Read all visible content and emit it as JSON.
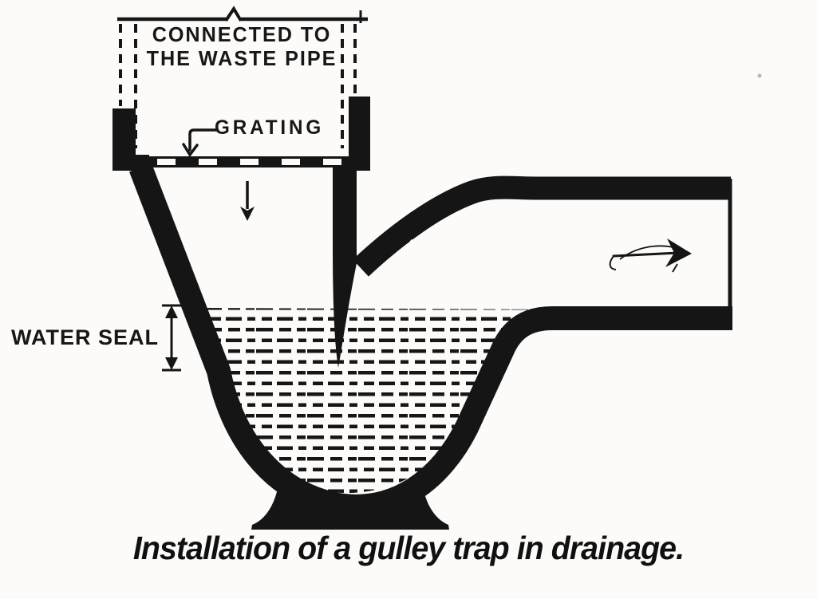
{
  "figure": {
    "type": "technical-line-diagram",
    "caption": "Installation of a gulley trap in drainage.",
    "labels": {
      "waste_pipe_line1": "CONNECTED TO",
      "waste_pipe_line2": "THE WASTE PIPE",
      "grating": "GRATING",
      "water_seal": "WATER SEAL"
    },
    "annotations": {
      "inflow_arrow_icon": "↓",
      "outflow_arrow_icon": "→",
      "water_seal_extent_icon": "↕",
      "grating_pointer_icon": "↳"
    },
    "colors": {
      "ink": "#151515",
      "paper": "#fcfbf9"
    }
  }
}
